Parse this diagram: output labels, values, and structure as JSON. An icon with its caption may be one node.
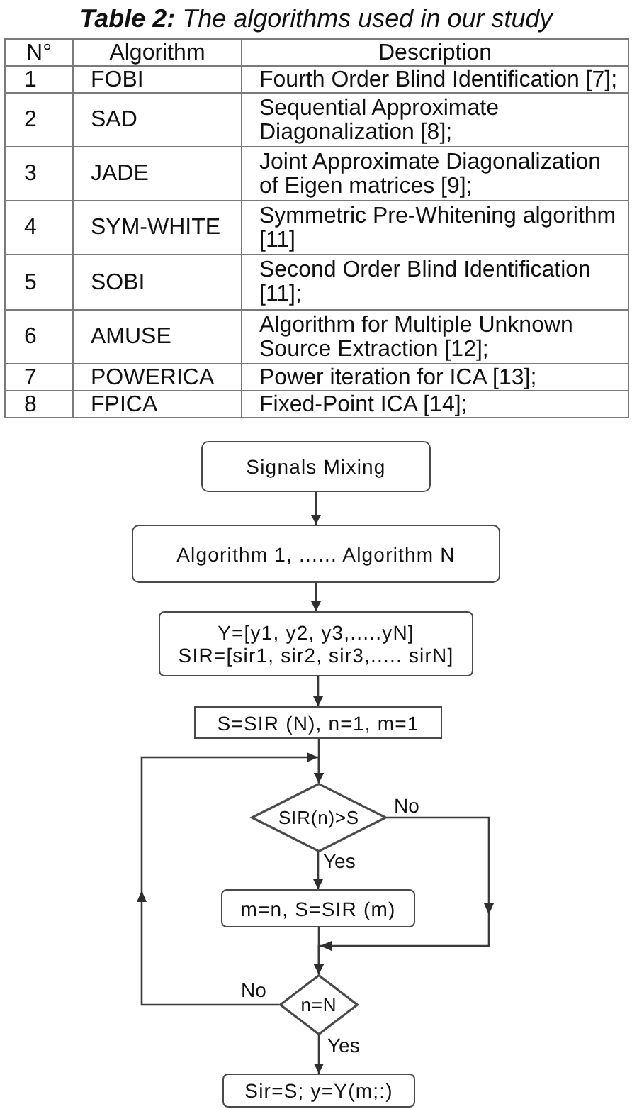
{
  "diagram": {
    "title": "**Table 2:** The algorithms used in our study",
    "nodes": [
      {
        "text": [
          "Signals Mixing"
        ]
      },
      {
        "text": [
          "Algorithm 1, ...... Algorithm N"
        ]
      },
      {
        "text": [
          "Y=[y1, y2, y3,.....yN]",
          "SIR=[sir1, sir2, sir3,..... sirN]"
        ]
      },
      {
        "text": [
          "S=SIR (N), n=1, m=1"
        ]
      },
      {
        "text": [
          "SIR(n)>S"
        ]
      },
      {
        "text": [
          "m=n, S=SIR (m)"
        ]
      },
      {
        "text": [
          "n=N"
        ]
      },
      {
        "text": [
          "Sir=S; y=Y(m;:)"
        ]
      }
    ],
    "edges": [
      {
        "from": 0,
        "to": 1,
        "arrow": "to"
      },
      {
        "from": 1,
        "to": 2,
        "arrow": "to"
      },
      {
        "from": 2,
        "to": 3,
        "arrow": "to"
      },
      {
        "from": 3,
        "to": 4,
        "arrow": "to"
      },
      {
        "from": 4,
        "to": 5,
        "arrow": "to",
        "label": "Yes"
      },
      {
        "from": 4,
        "to": 6,
        "arrow": "to",
        "label": "No"
      },
      {
        "from": 5,
        "to": 6,
        "arrow": "to"
      },
      {
        "from": 6,
        "to": 4,
        "arrow": "to",
        "label": "No"
      },
      {
        "from": 6,
        "to": 7,
        "arrow": "to",
        "label": "Yes"
      }
    ],
    "labels": [
      "N°",
      "Algorithm",
      "Description",
      "1",
      "FOBI",
      "Fourth Order Blind Identification [7];",
      "2",
      "SAD",
      "Sequential Approximate Diagonalization [8];",
      "3",
      "JADE",
      "Joint Approximate Diagonalization of Eigen matrices [9];",
      "4",
      "SYM-WHITE",
      "Symmetric Pre-Whitening algorithm [11]",
      "5",
      "SOBI",
      "Second Order Blind Identification [11];",
      "6",
      "AMUSE",
      "Algorithm for Multiple Unknown Source Extraction [12];",
      "7",
      "POWERICA",
      "Power iteration for ICA [13];",
      "8",
      "FPICA",
      "Fixed-Point ICA [14];"
    ]
  }
}
